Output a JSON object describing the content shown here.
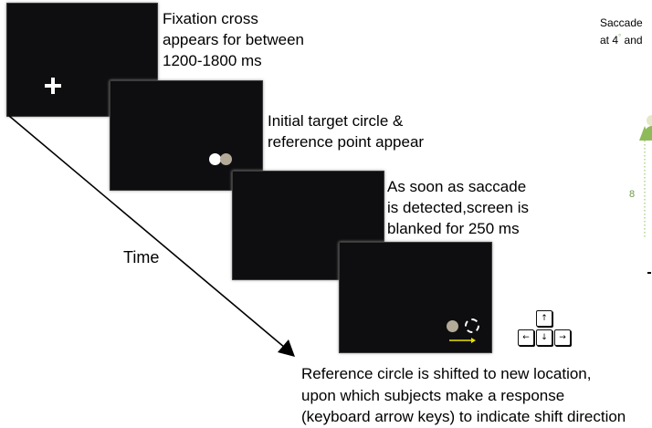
{
  "captions": {
    "fixation": "Fixation cross\nappears for between\n1200-1800 ms",
    "initial": "Initial target circle &\nreference point appear",
    "blank": "As soon as saccade\nis detected,screen is\nblanked for 250 ms",
    "shift": "Reference circle is shifted to new location,\nupon which subjects make a response\n(keyboard arrow keys) to indicate shift direction"
  },
  "time_label": "Time",
  "side_panel": {
    "text_line1": "Saccade",
    "text_line2_prefix": "at 4",
    "text_line2_sup": "°",
    "text_line2_suffix": " and",
    "axis_number": "8"
  },
  "keys": {
    "up": "↑",
    "left": "←",
    "down": "↓",
    "right": "→"
  },
  "colors": {
    "screen": "#0e0e10",
    "reference_circle": "#b3aa98",
    "target_circle": "#ffffff",
    "shift_arrow": "#e8e200",
    "side_green": "#8fba5a"
  }
}
